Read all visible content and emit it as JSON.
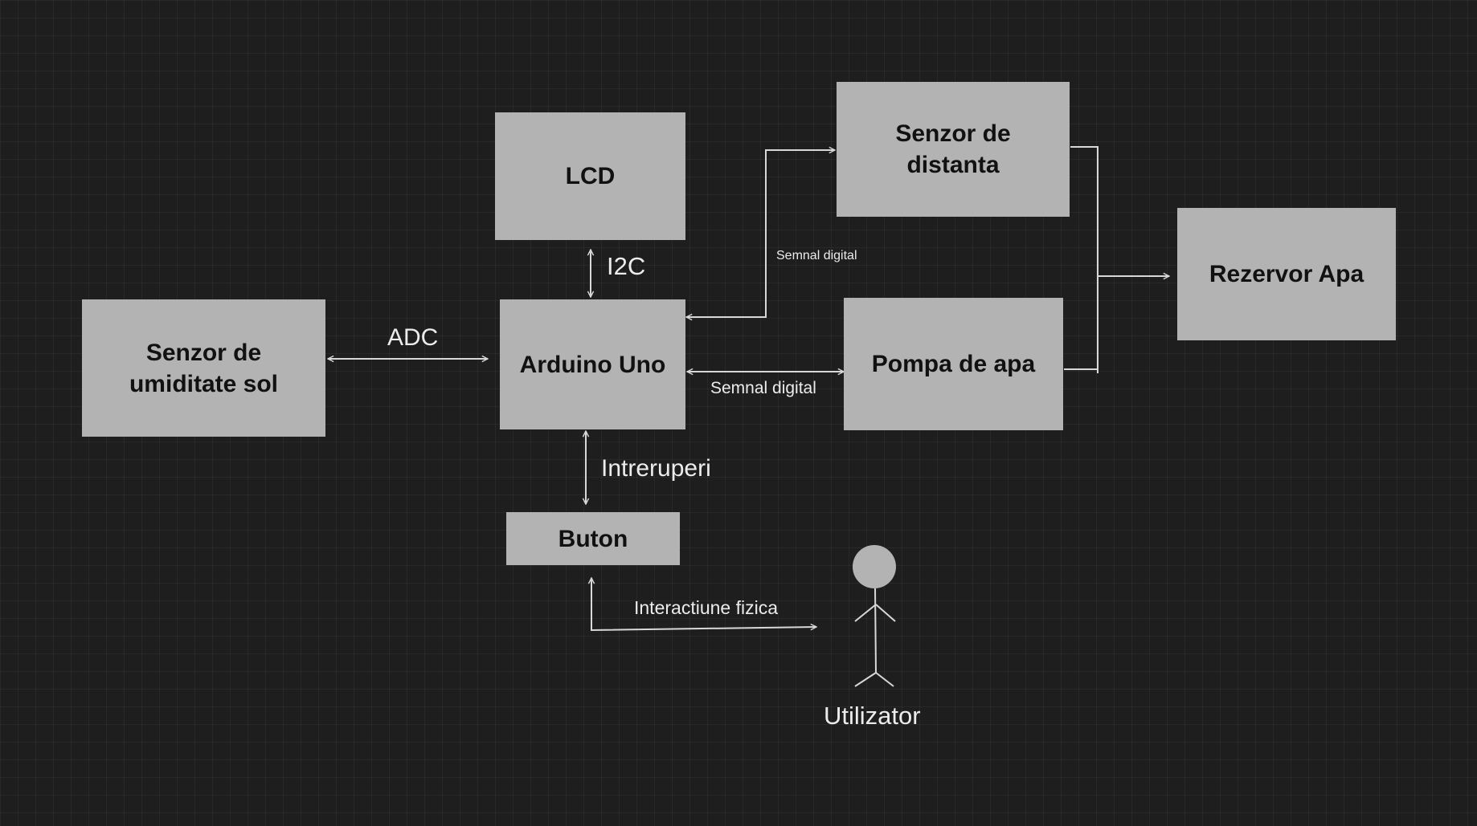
{
  "nodes": {
    "lcd": "LCD",
    "distance_sensor": "Senzor de\ndistanta",
    "water_tank": "Rezervor Apa",
    "soil_sensor": "Senzor de\numiditate sol",
    "arduino": "Arduino Uno",
    "pump": "Pompa de apa",
    "button": "Buton"
  },
  "edges": {
    "i2c": "I2C",
    "adc": "ADC",
    "digital_distance": "Semnal digital",
    "digital_pump": "Semnal digital",
    "interrupts": "Intreruperi",
    "physical": "Interactiune fizica"
  },
  "actor": {
    "label": "Utilizator",
    "icon": "stick-figure-icon"
  },
  "colors": {
    "background": "#1e1e1e",
    "node_fill": "#b3b3b3",
    "node_text": "#111111",
    "line": "#d8d8d8",
    "label_text": "#ececec"
  }
}
